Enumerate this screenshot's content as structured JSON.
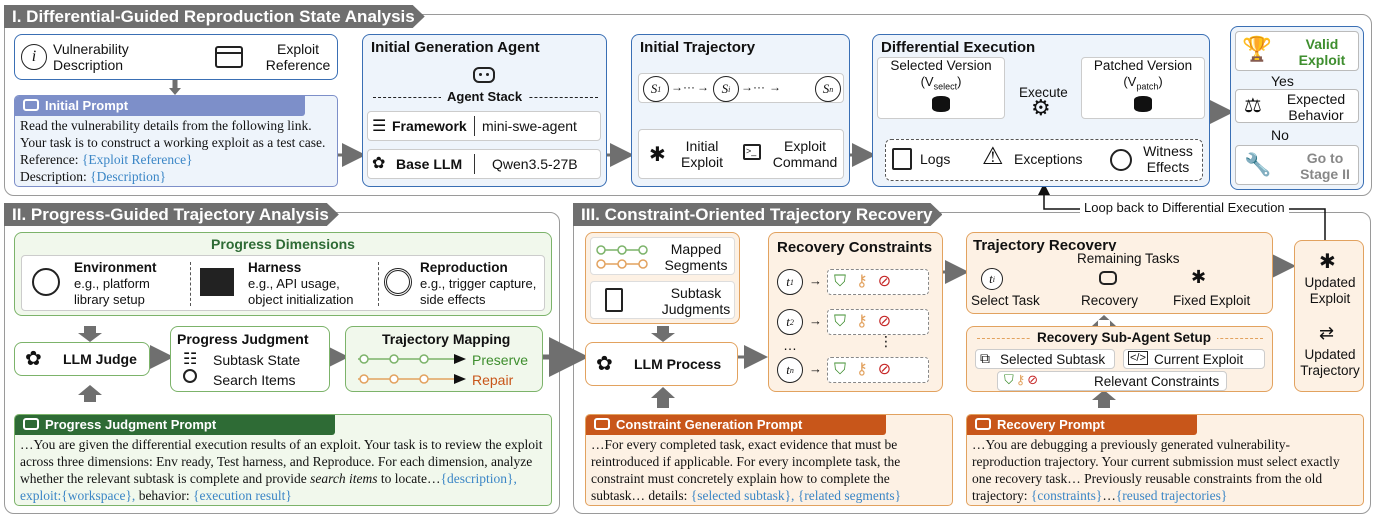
{
  "stage1": {
    "title": "I. Differential-Guided Reproduction State Analysis",
    "vuln_desc": "Vulnerability Description",
    "exploit_ref": "Exploit Reference",
    "initial_prompt_title": "Initial Prompt",
    "initial_prompt_body": "Read the vulnerability details from the following link. Your task is to construct a working exploit as a test case. Reference: ",
    "initial_prompt_var1": "{Exploit Reference}",
    "initial_prompt_desc": "Description: ",
    "initial_prompt_var2": "{Description}",
    "agent_title": "Initial Generation Agent",
    "agent_stack": "Agent Stack",
    "framework_label": "Framework",
    "framework_value": "mini-swe-agent",
    "llm_label": "Base LLM",
    "llm_value": "Qwen3.5-27B",
    "traj_title": "Initial Trajectory",
    "s1": "S",
    "s1_sub": "1",
    "si": "S",
    "si_sub": "i",
    "sn": "S",
    "sn_sub": "n",
    "dots": "···",
    "initial_exploit": "Initial Exploit",
    "exploit_command": "Exploit Command",
    "diff_title": "Differential Execution",
    "selected_version": "Selected Version",
    "v_select": "(V",
    "v_select_sub": "select",
    "patched_version": "Patched Version",
    "v_patch_sub": "patch",
    "execute": "Execute",
    "logs": "Logs",
    "exceptions": "Exceptions",
    "witness": "Witness Effects",
    "valid_exploit": "Valid Exploit",
    "yes": "Yes",
    "expected_behavior": "Expected Behavior",
    "no": "No",
    "go_stage2": "Go to Stage II"
  },
  "stage2": {
    "title": "II. Progress-Guided Trajectory Analysis",
    "progress_dimensions": "Progress Dimensions",
    "env_title": "Environment",
    "env_desc": "e.g., platform library setup",
    "harness_title": "Harness",
    "harness_desc": "e.g., API usage, object initialization",
    "repro_title": "Reproduction",
    "repro_desc": "e.g., trigger capture, side effects",
    "llm_judge": "LLM Judge",
    "progress_judgment": "Progress Judgment",
    "subtask_state": "Subtask State",
    "search_items": "Search Items",
    "traj_mapping": "Trajectory Mapping",
    "preserve": "Preserve",
    "repair": "Repair",
    "prompt_title": "Progress Judgment Prompt",
    "prompt_body1": "…You are given the differential execution results of an exploit. Your task is to review the exploit across three dimensions: Env ready, Test harness, and Reproduce. For each dimension, analyze whether the relevant subtask is complete and provide ",
    "prompt_italic": "search items",
    "prompt_body2": " to locate…",
    "prompt_var1": "{description}, exploit:{workspace},",
    "prompt_body3": " behavior: ",
    "prompt_var2": "{execution result}"
  },
  "stage3": {
    "title": "III. Constraint-Oriented Trajectory Recovery",
    "loop_back": "Loop back to Differential Execution",
    "mapped_segments": "Mapped Segments",
    "subtask_judgments": "Subtask Judgments",
    "llm_process": "LLM Process",
    "recovery_constraints": "Recovery Constraints",
    "t1": "t",
    "t1_sub": "1",
    "t2": "t",
    "t2_sub": "2",
    "tn": "t",
    "tn_sub": "n",
    "vdots": "⋮",
    "hdots": "…",
    "traj_recovery": "Trajectory Recovery",
    "ti": "t",
    "ti_sub": "i",
    "remaining_tasks": "Remaining Tasks",
    "select_task": "Select Task",
    "recovery": "Recovery",
    "fixed_exploit": "Fixed Exploit",
    "sub_agent_setup": "Recovery Sub-Agent Setup",
    "selected_subtask": "Selected Subtask",
    "current_exploit": "Current Exploit",
    "relevant_constraints": "Relevant Constraints",
    "updated_exploit": "Updated Exploit",
    "updated_trajectory": "Updated Trajectory",
    "cg_prompt_title": "Constraint Generation Prompt",
    "cg_body": "…For every completed task, exact evidence that must be reintroduced if applicable. For every incomplete task, the constraint must concretely explain how to complete the subtask… details: ",
    "cg_var": "{selected subtask}, {related segments}",
    "rp_title": "Recovery Prompt",
    "rp_body": "…You are debugging a previously generated vulnerability-reproduction trajectory. Your current submission must select exactly one recovery task… Previously reusable constraints from the old trajectory: ",
    "rp_var1": "{constraints}",
    "rp_mid": "…",
    "rp_var2": "{reused trajectories}"
  },
  "colors": {
    "blue": "#3a6fb4",
    "green": "#7cb36a",
    "orange": "#e2a25f",
    "dark_green_bar": "#2e6b35",
    "orange_bar": "#c8561a",
    "blue_bar": "#7d8fc9",
    "var_blue": "#3b86c6",
    "gray_title": "#6f6f6f"
  }
}
